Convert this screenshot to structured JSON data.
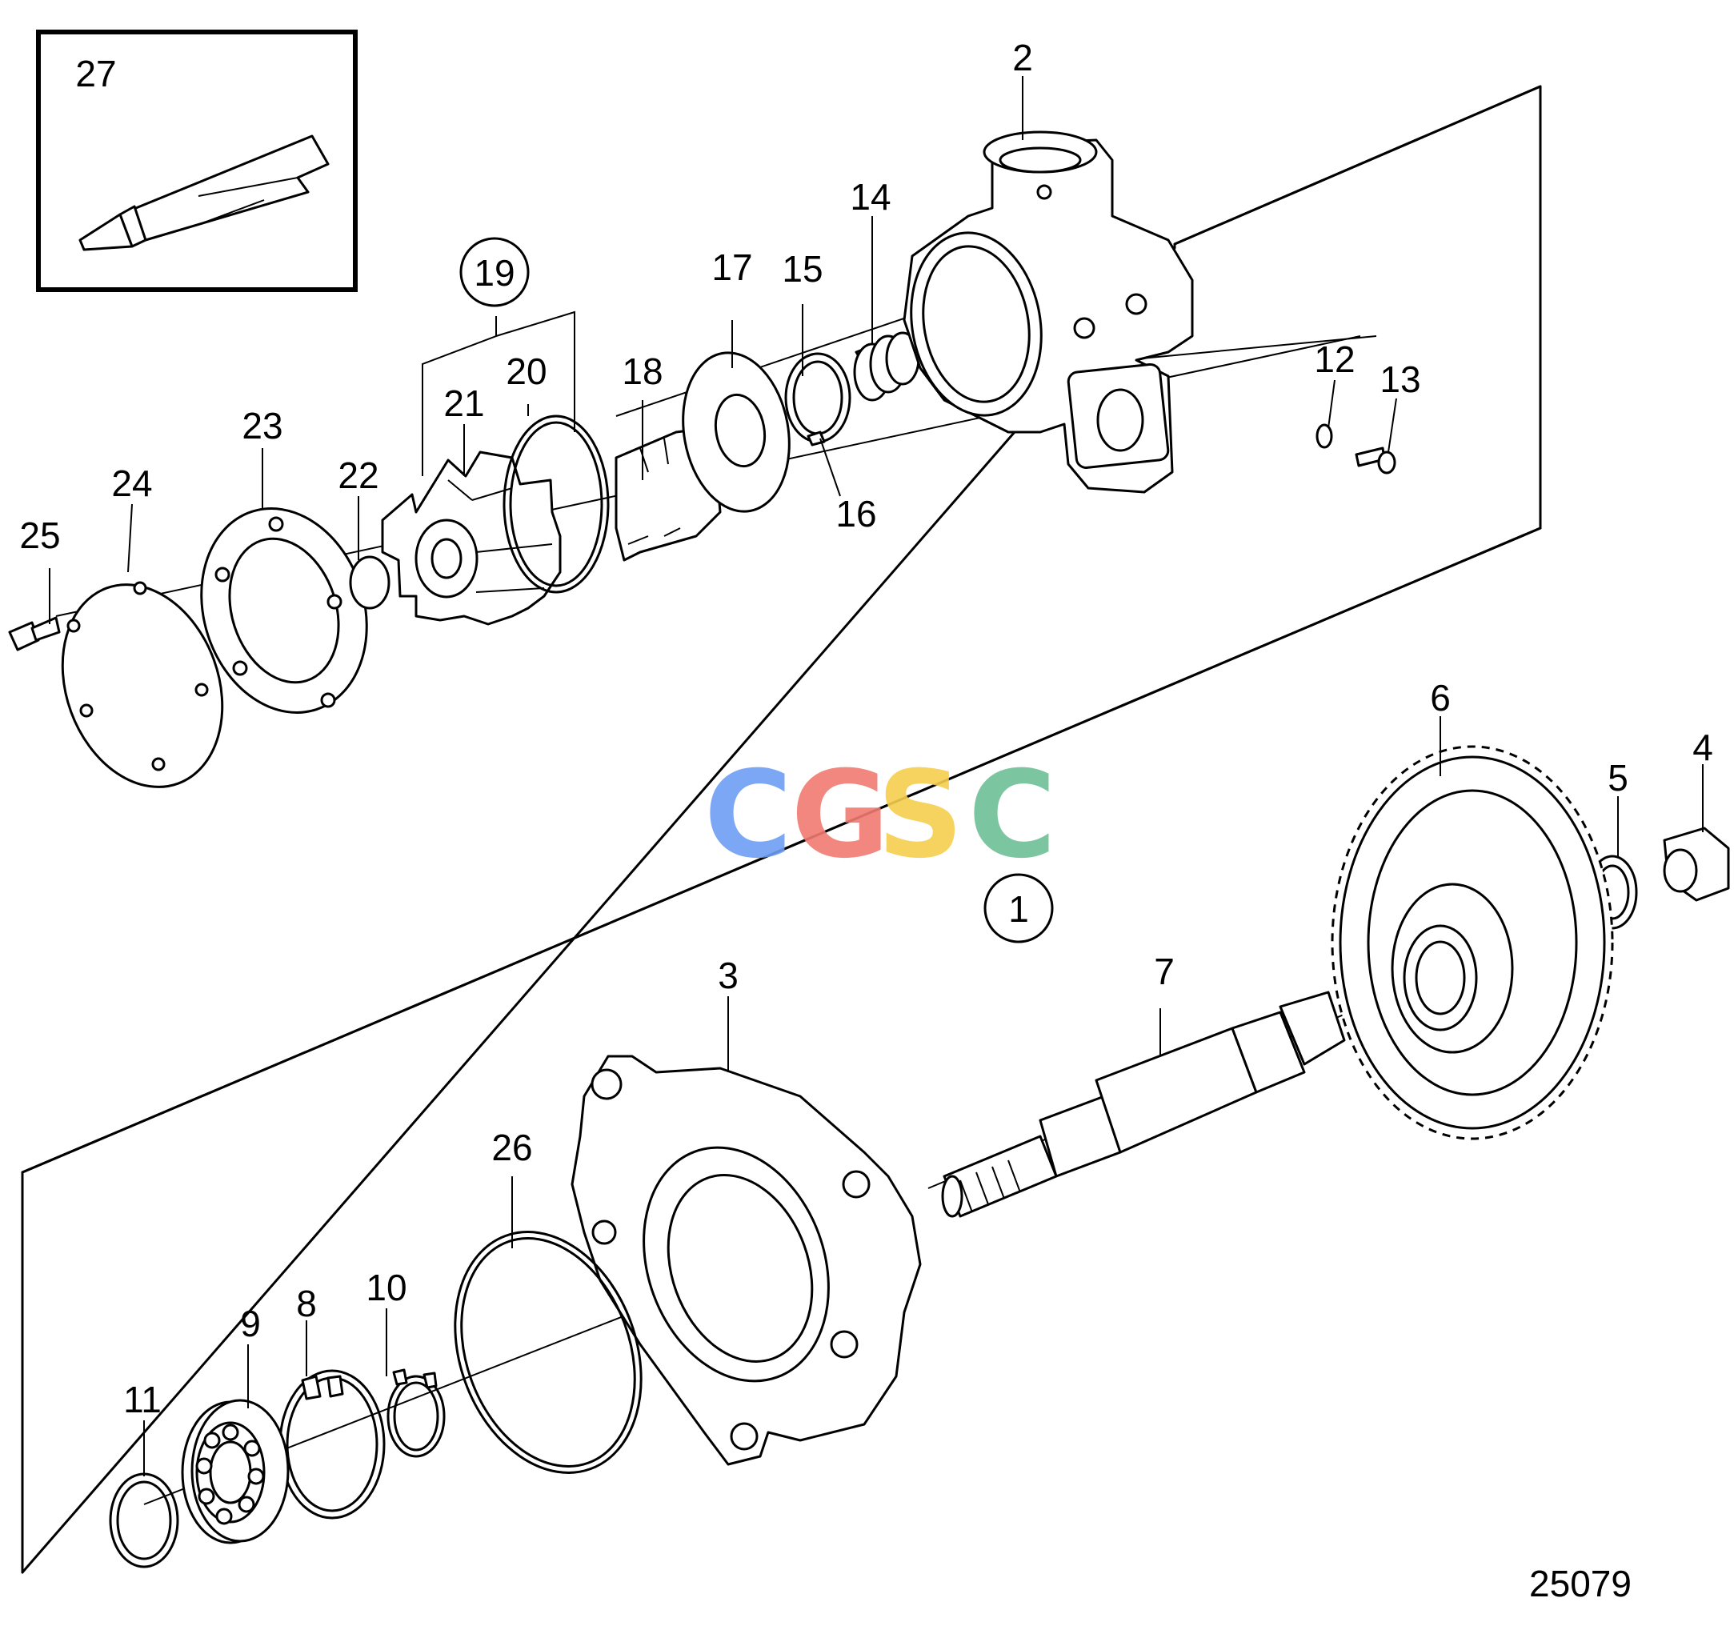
{
  "drawing_number": "25079",
  "watermark": {
    "letters": [
      {
        "char": "C",
        "color": "#6d9ef5"
      },
      {
        "char": "G",
        "color": "#f07b72"
      },
      {
        "char": "S",
        "color": "#f6cf4d"
      },
      {
        "char": "C",
        "color": "#6dbf97"
      }
    ]
  },
  "callouts": {
    "kit_1": "1",
    "kit_19": "19",
    "p2": "2",
    "p3": "3",
    "p4": "4",
    "p5": "5",
    "p6": "6",
    "p7": "7",
    "p8": "8",
    "p9": "9",
    "p10": "10",
    "p11": "11",
    "p12": "12",
    "p13": "13",
    "p14": "14",
    "p15": "15",
    "p16": "16",
    "p17": "17",
    "p18": "18",
    "p20": "20",
    "p21": "21",
    "p22": "22",
    "p23": "23",
    "p24": "24",
    "p25": "25",
    "p26": "26",
    "p27": "27"
  },
  "icons": [
    "sealant-tube-icon",
    "bolt-icon",
    "gear-icon",
    "bearing-icon",
    "impeller-icon"
  ]
}
